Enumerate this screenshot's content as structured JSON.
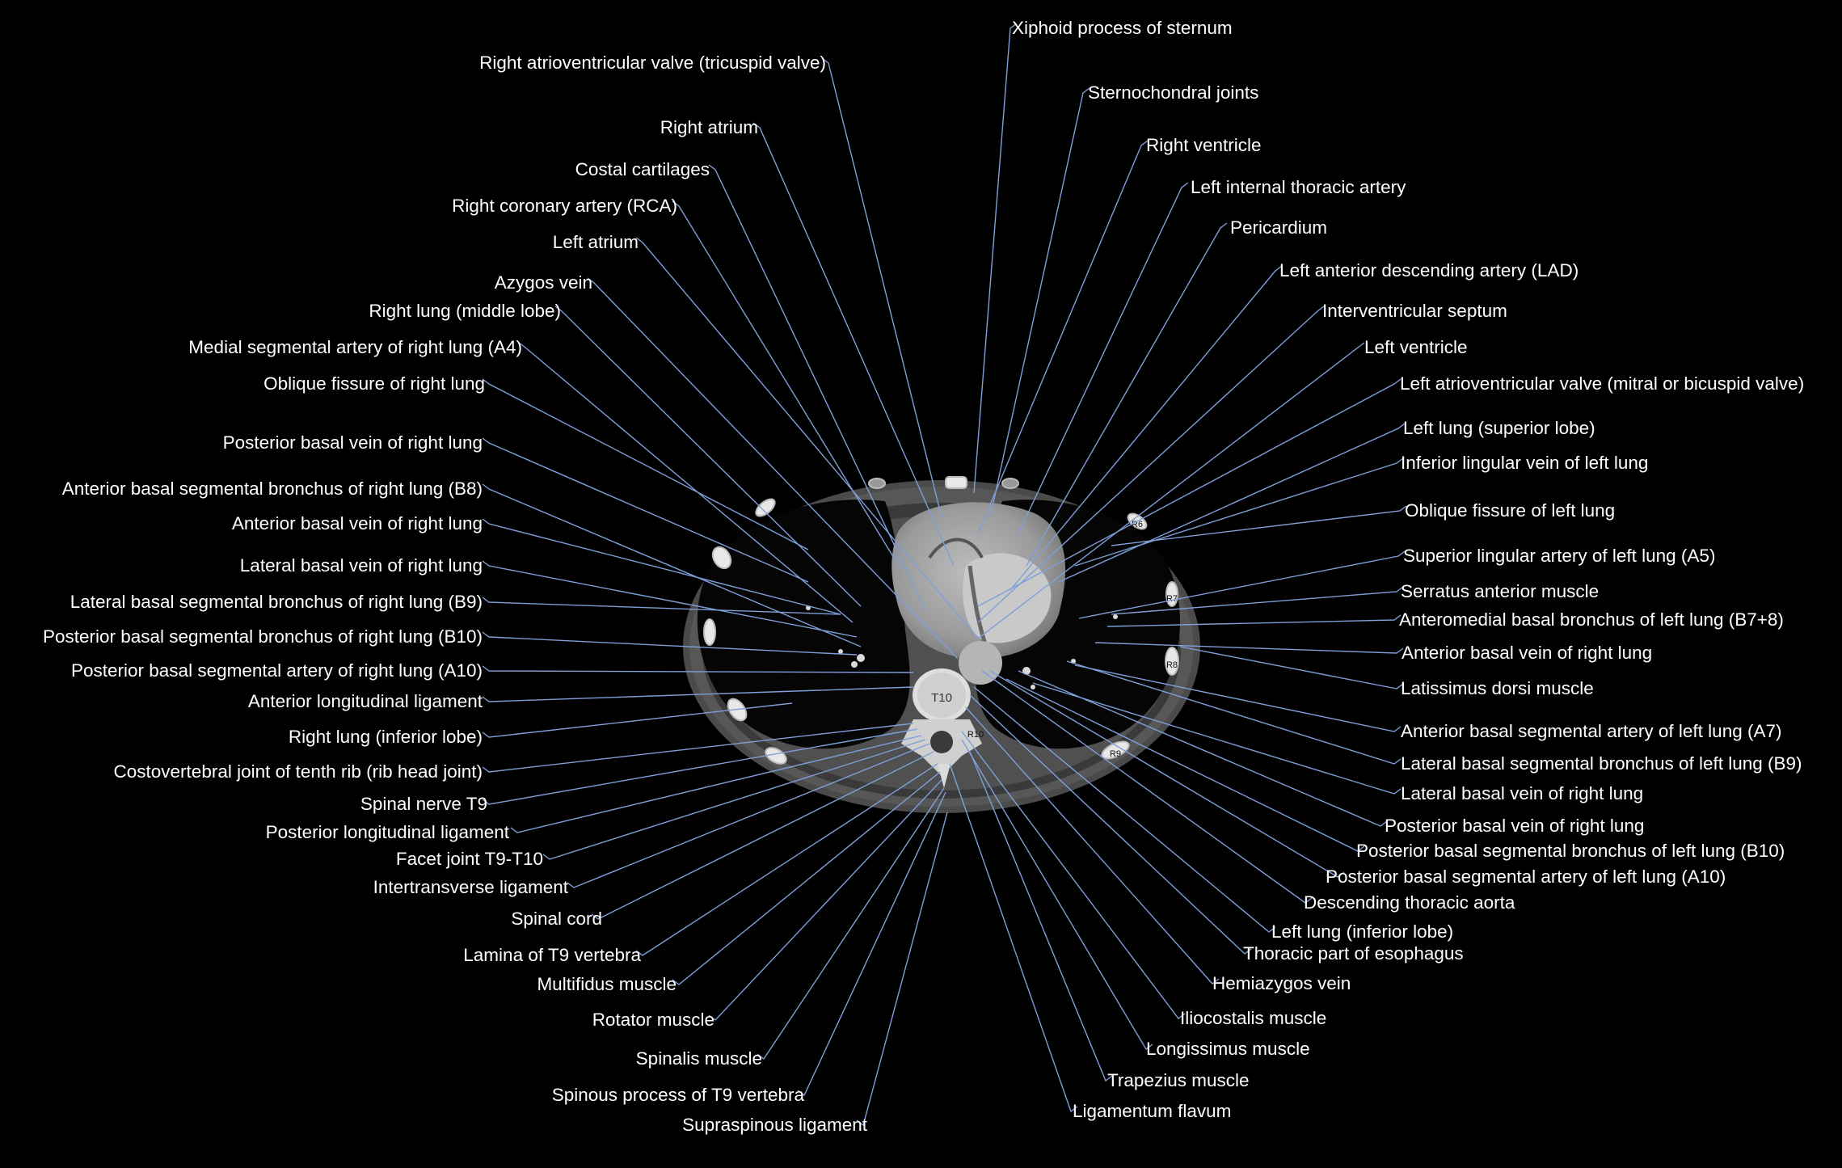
{
  "vertebra_label": "T10",
  "rib_labels": [
    "R6",
    "R7",
    "R8",
    "R9",
    "R10"
  ],
  "colors": {
    "leader": "#7f9fd9",
    "text": "#ffffff",
    "background": "#000000"
  },
  "labels_left": [
    "Right atrioventricular valve (tricuspid valve)",
    "Right atrium",
    "Costal cartilages",
    "Right coronary artery (RCA)",
    "Left atrium",
    "Azygos vein",
    "Right lung (middle lobe)",
    "Medial segmental artery of right lung (A4)",
    "Oblique fissure of right lung",
    "Posterior basal vein of right lung",
    "Anterior basal segmental bronchus of right lung (B8)",
    "Anterior basal vein of right lung",
    "Lateral basal vein of right lung",
    "Lateral basal segmental bronchus of right lung (B9)",
    "Posterior basal segmental bronchus of right lung (B10)",
    "Posterior basal segmental artery of right lung (A10)",
    "Anterior longitudinal ligament",
    "Right lung (inferior lobe)",
    "Costovertebral joint of tenth rib (rib head joint)",
    "Spinal nerve T9",
    "Posterior longitudinal ligament",
    "Facet joint T9-T10",
    "Intertransverse ligament",
    "Spinal cord",
    "Lamina of T9 vertebra",
    "Multifidus muscle",
    "Rotator muscle",
    "Spinalis muscle",
    "Spinous process of T9 vertebra",
    "Supraspinous ligament"
  ],
  "labels_right": [
    "Xiphoid process of sternum",
    "Sternochondral joints",
    "Right ventricle",
    "Left internal thoracic artery",
    "Pericardium",
    "Left anterior descending artery (LAD)",
    "Interventricular septum",
    "Left ventricle",
    "Left atrioventricular valve (mitral or bicuspid valve)",
    "Left lung (superior lobe)",
    "Inferior lingular vein of left lung",
    "Oblique fissure of left lung",
    "Superior lingular artery of left lung (A5)",
    "Serratus anterior muscle",
    "Anteromedial basal bronchus of left lung (B7+8)",
    "Anterior basal vein of right lung",
    "Latissimus dorsi muscle",
    "Anterior basal segmental artery of left lung (A7)",
    "Lateral basal segmental bronchus of left lung (B9)",
    "Lateral basal vein of right lung",
    "Posterior basal vein of right lung",
    "Posterior basal segmental bronchus of left lung (B10)",
    "Posterior basal segmental artery of left lung (A10)",
    "Descending thoracic aorta",
    "Left lung (inferior lobe)",
    "Thoracic part of esophagus",
    "Hemiazygos vein",
    "Iliocostalis muscle",
    "Longissimus muscle",
    "Trapezius muscle",
    "Ligamentum flavum"
  ]
}
